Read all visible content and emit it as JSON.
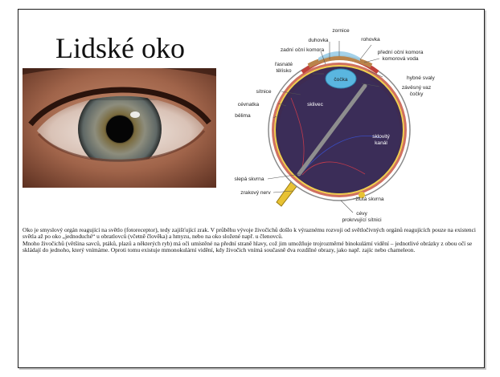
{
  "slide": {
    "title": "Lidské oko",
    "photo_alt": "Fotografie lidského oka",
    "diagram_labels": {
      "zornice": "zornice",
      "duhovka": "duhovka",
      "rohovka": "rohovka",
      "zadni_ocni_komora": "zadní oční komora",
      "prední_ocni_komora": "přední oční komora",
      "komorova_voda": "komorová voda",
      "rasnate_telisko_1": "řasnaté",
      "rasnate_telisko_2": "tělísko",
      "cocka": "čočka",
      "hybne_svaly": "hybné svaly",
      "zavesny_vaz_1": "závěsný vaz",
      "zavesny_vaz_2": "čočky",
      "sitnice": "sítnice",
      "cevnatka": "cévnatka",
      "belima": "bělima",
      "sklivec": "sklivec",
      "sklovity_kanal_1": "sklovitý",
      "sklovity_kanal_2": "kanál",
      "slepa_skvrna": "slepá skvrna",
      "zrakovy_nerv": "zrakový nerv",
      "zluta_skvrna": "žlutá skvrna",
      "cevy_1": "cévy",
      "cevy_2": "prokrvující sítnici"
    },
    "paragraph_1": "Oko je smyslový orgán reagující na světlo (fotoreceptor), tedy zajišťující zrak. V průběhu vývoje živočichů došlo k výraznému rozvoji od světločivných orgánů reagujících pouze na existenci světla až po oko „jednoduché“ u obratlovců (včetně člověka) a hmyzu, nebo na oko složené např. u členovců.",
    "paragraph_2": "Mnoho živočichů (většina savců, ptáků, plazů a některých ryb) má oči umístěné na přední straně hlavy, což jim umožňuje trojrozměrné binokulární vidění – jednotlivé obrázky z obou očí se skládají do jednoho, který vnímáme. Oproti tomu existuje mmonokulární vidění, kdy živočich vnímá současně dva rozdílné obrazy, jako např. zajíc nebo chameleon."
  }
}
